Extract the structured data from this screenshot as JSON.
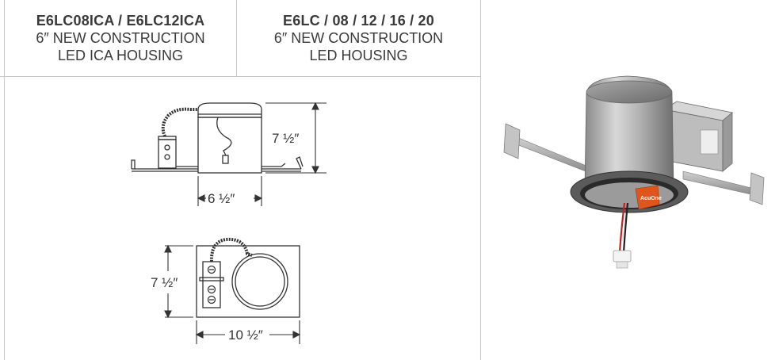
{
  "columns": [
    {
      "model": "E6LC08ICA / E6LC12ICA",
      "line1": "6″ NEW CONSTRUCTION",
      "line2": "LED ICA HOUSING"
    },
    {
      "model": "E6LC / 08 / 12 / 16 / 20",
      "line1": "6″ NEW CONSTRUCTION",
      "line2": "LED HOUSING"
    }
  ],
  "dimensions": {
    "side_height": "7 ½″",
    "side_width": "6 ½″",
    "top_height": "7 ½″",
    "top_width": "10 ½″"
  },
  "label_text": "AcuOne",
  "colors": {
    "grid": "#c9c9c9",
    "text": "#333333",
    "label_orange": "#e0551c"
  }
}
